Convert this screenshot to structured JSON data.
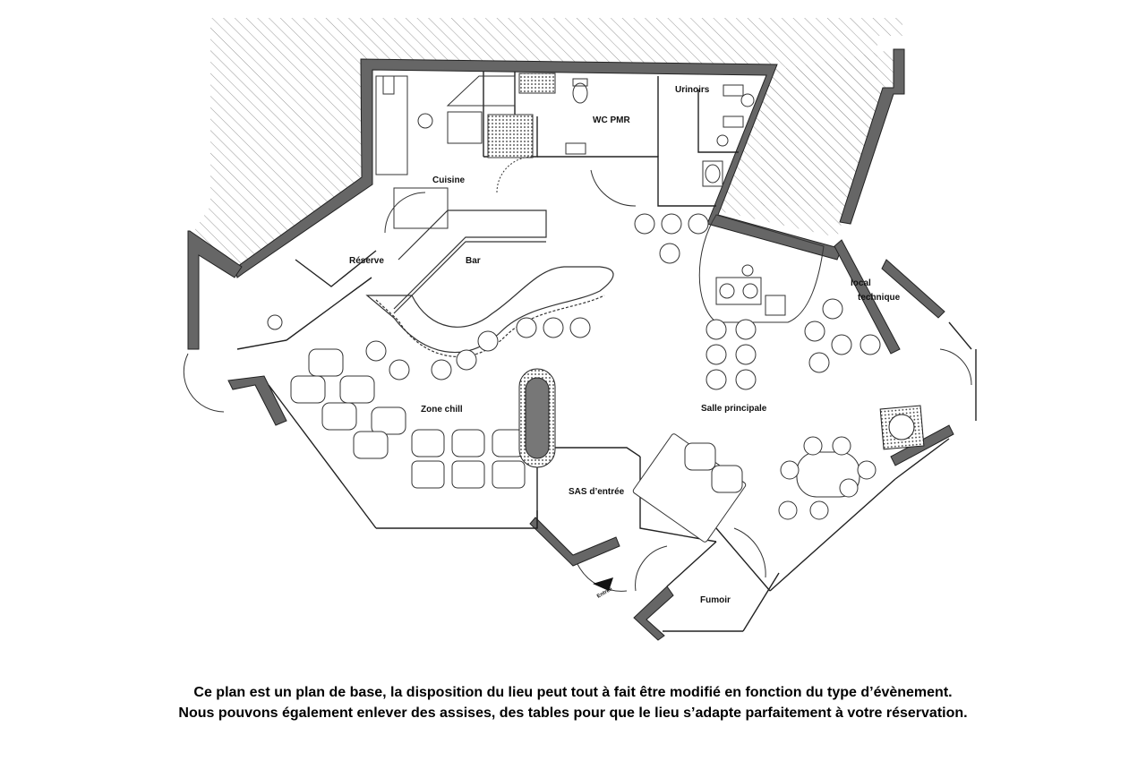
{
  "plan": {
    "rooms": {
      "cuisine": "Cuisine",
      "wc_pmr": "WC PMR",
      "urinoirs": "Urinoirs",
      "reserve": "Réserve",
      "bar": "Bar",
      "local_technique_1": "local",
      "local_technique_2": "technique",
      "zone_chill": "Zone chill",
      "salle_principale": "Salle principale",
      "sas_entree": "SAS d’entrée",
      "fumoir": "Fumoir",
      "entree_marker": "Entrée"
    }
  },
  "caption": {
    "line1": "Ce plan est un plan de base, la disposition du lieu peut tout à fait être modifié en fonction du type d’évènement.",
    "line2": "Nous pouvons également enlever des assises, des tables pour que le lieu s’adapte parfaitement à votre réservation."
  },
  "colors": {
    "wall_fill": "#ffffff",
    "wall_stroke": "#222222",
    "hatch": "#9a9a9a",
    "text": "#111111"
  }
}
